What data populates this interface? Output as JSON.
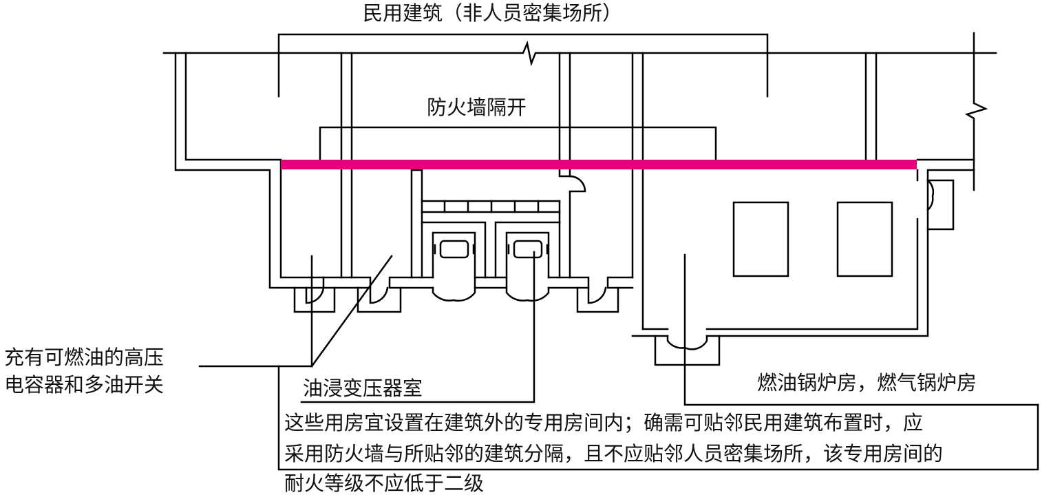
{
  "labels": {
    "civil_building": "民用建筑（非人员密集场所）",
    "firewall_separation": "防火墙隔开",
    "capacitor_line1": "充有可燃油的高压",
    "capacitor_line2": "电容器和多油开关",
    "transformer_room": "油浸变压器室",
    "boiler_room": "燃油锅炉房，燃气锅炉房"
  },
  "note": {
    "line1": "这些用房宜设置在建筑外的专用房间内；确需可贴邻民用建筑布置时，应",
    "line2": "采用防火墙与所贴邻的建筑分隔，且不应贴邻人员密集场所，该专用房间的",
    "line3": "耐火等级不应低于二级"
  },
  "colors": {
    "firewall": "#e6007e",
    "line": "#000000"
  }
}
